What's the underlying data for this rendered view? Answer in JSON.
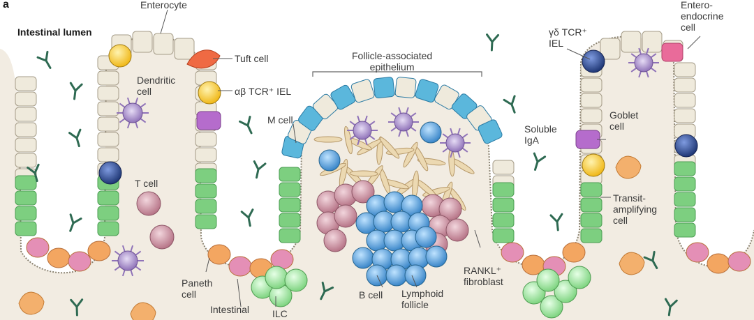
{
  "figure": {
    "panel_letter": "a",
    "lumen_label": "Intestinal lumen"
  },
  "labels": {
    "enterocyte": "Enterocyte",
    "enteroendocrine": "Entero-\nendocrine\ncell",
    "tuft_cell": "Tuft cell",
    "dendritic_cell": "Dendritic\ncell",
    "ab_iel": "αβ TCR⁺ IEL",
    "gd_iel": "γδ TCR⁺\nIEL",
    "fae": "Follicle-associated\nepithelium",
    "m_cell": "M cell",
    "soluble_iga": "Soluble\nIgA",
    "goblet_cell": "Goblet\ncell",
    "t_cell": "T cell",
    "transit_amplifying": "Transit-\namplifying\ncell",
    "paneth_cell": "Paneth\ncell",
    "intestinal": "Intestinal",
    "ilc": "ILC",
    "b_cell": "B cell",
    "lymphoid_follicle": "Lymphoid\nfollicle",
    "rankl_fibroblast": "RANKL⁺\nfibroblast"
  },
  "colors": {
    "lamina": "#f2ece2",
    "enterocyte": "#efeadc",
    "stem_green": "#7dcf80",
    "paneth_orange": "#f3a661",
    "paneth_pink": "#e48fb6",
    "m_cell_blue": "#5bb7dc",
    "dendritic_purple": "#a58ac7",
    "iel_yellow": "#f4c531",
    "gd_iel_blue": "#2f4c8f",
    "b_cell_blue": "#4c9bd8",
    "t_cell_pink": "#c98596",
    "ilc_green": "#9fe0a0",
    "goblet_purple": "#b56ccc",
    "tuft_orange": "#ef6a43",
    "iga_green": "#2e6a52"
  }
}
